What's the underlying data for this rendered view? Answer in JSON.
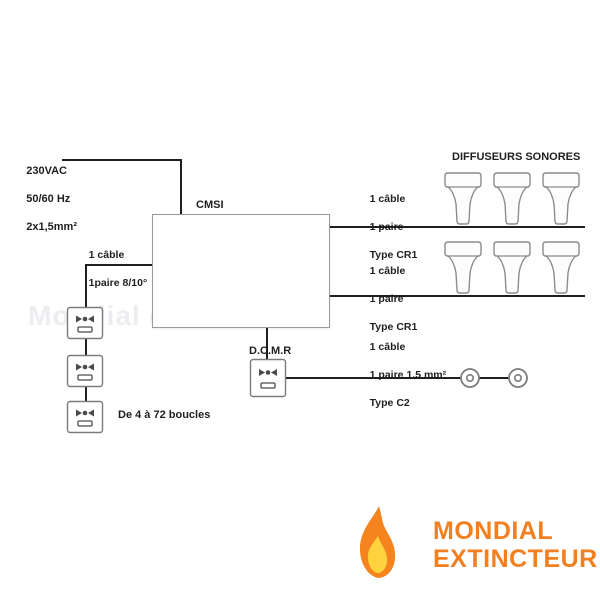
{
  "colors": {
    "line": "#1f1f1f",
    "brand_orange": "#f28021",
    "device_stroke": "#8c8c8c"
  },
  "power": {
    "lines": [
      "230VAC",
      "50/60 Hz",
      "2x1,5mm²"
    ]
  },
  "cmsi": {
    "label": "CMSI"
  },
  "dcmr": {
    "label": "D.C.M.R"
  },
  "diffuseurs": {
    "title": "DIFFUSEURS SONORES"
  },
  "cables": {
    "cr1_top": [
      "1 câble",
      "1 paire",
      "Type CR1"
    ],
    "cr1_bottom": [
      "1 câble",
      "1 paire",
      "Type CR1"
    ],
    "left": [
      "1 câble",
      "1paire 8/10°"
    ],
    "c2": [
      "1 câble",
      "1 paire 1.5 mm²",
      "Type C2"
    ]
  },
  "loops": {
    "label": "De 4 à 72 boucles"
  },
  "watermark": {
    "text": "Mondial extincteur"
  },
  "branding": {
    "line1": "MONDIAL",
    "line2": "EXTINCTEUR"
  },
  "icons": {
    "sounder": "horn-sounder-icon",
    "call_point": "manual-call-point-icon",
    "round_sounder": "round-sounder-icon",
    "flame": "flame-icon"
  }
}
